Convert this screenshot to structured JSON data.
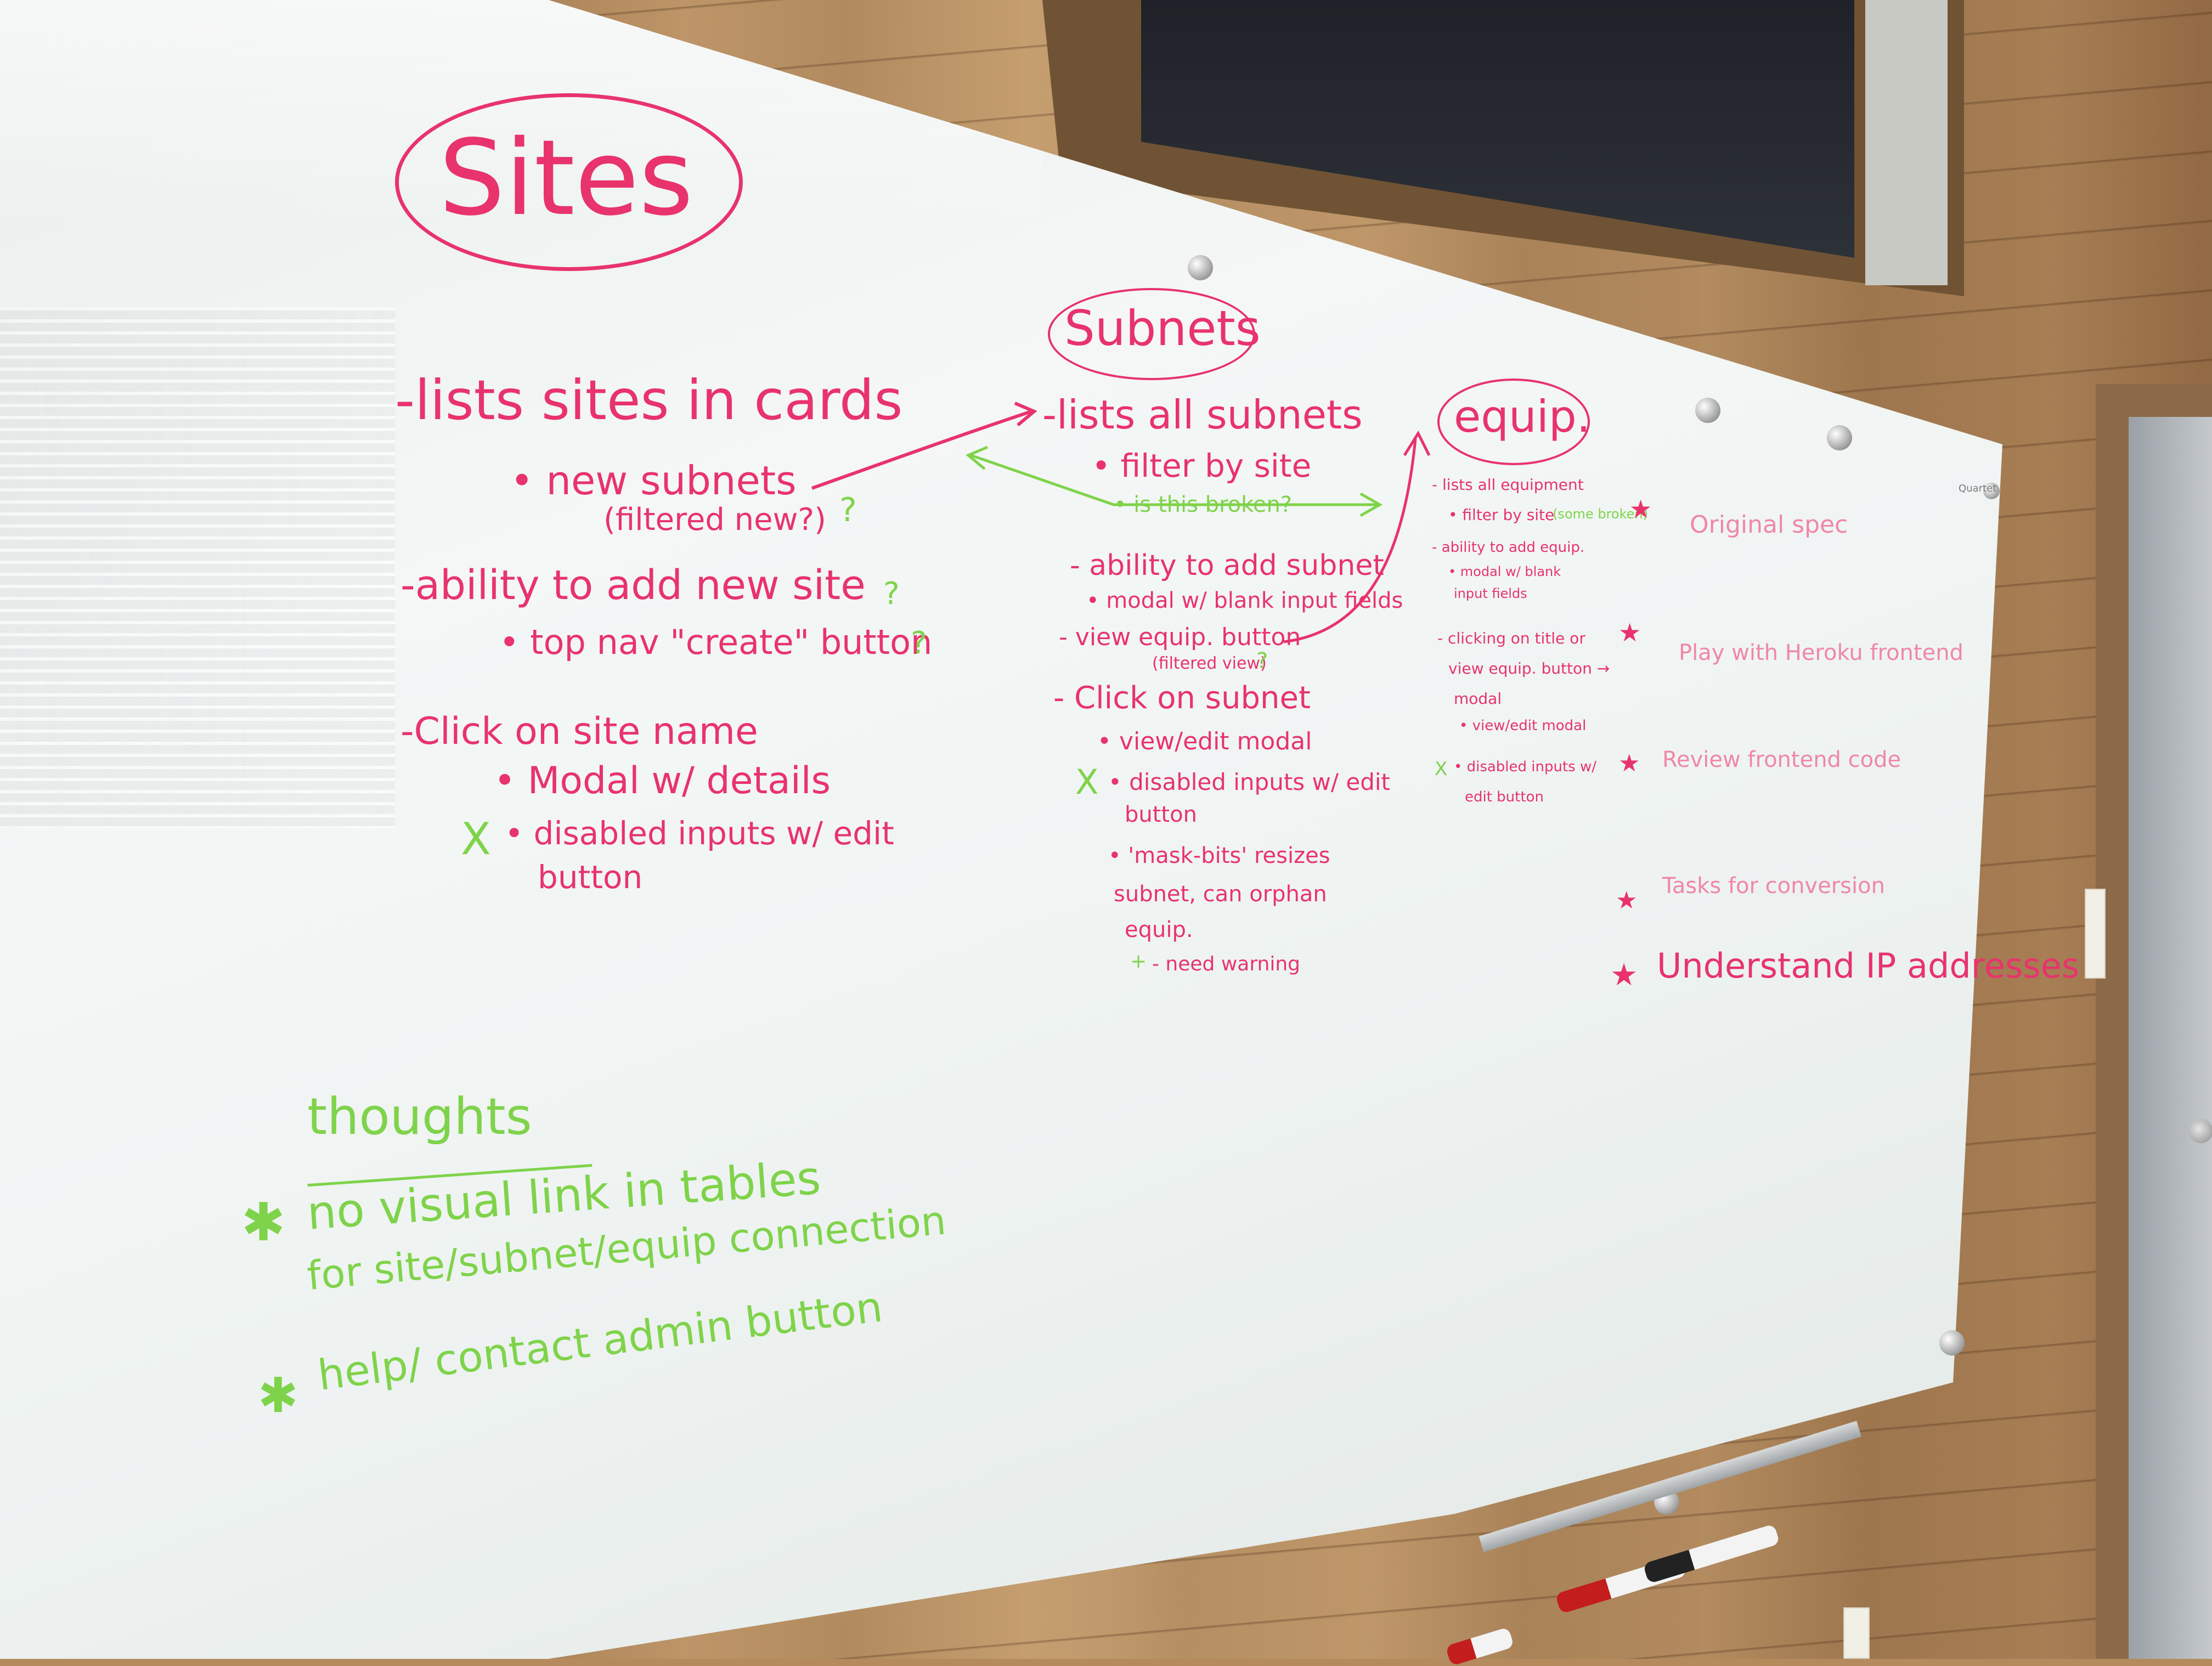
{
  "colors": {
    "pink_marker": "#e8336d",
    "green_marker": "#7fd34a",
    "wood": "#b58a5c",
    "board": "#eef3f2"
  },
  "sites": {
    "title": "Sites",
    "item1": "-lists sites in cards",
    "item1_sub": "• new subnets",
    "item1_sub2": "(filtered new?)",
    "item1_q": "?",
    "item2": "-ability to add new site",
    "item2_q": "?",
    "item2_sub": "• top nav \"create\" button",
    "item2_sub_q": "?",
    "item3": "-Click on site name",
    "item3_sub1": "• Modal w/ details",
    "item3_x": "X",
    "item3_sub2": "• disabled inputs w/ edit",
    "item3_sub2b": "button"
  },
  "subnets": {
    "title": "Subnets",
    "item1": "-lists all subnets",
    "item1_sub": "• filter by site",
    "item1_green": "• is this broken?",
    "item2": "- ability to add subnet",
    "item2_sub": "• modal w/ blank input fields",
    "item3": "- view equip. button",
    "item3_sub": "(filtered view)",
    "item3_q": "?",
    "item4": "- Click on subnet",
    "item4_sub1": "• view/edit modal",
    "item4_x": "X",
    "item4_sub2": "• disabled inputs w/ edit",
    "item4_sub2b": "button",
    "item4_sub3": "• 'mask-bits' resizes",
    "item4_sub3b": "subnet, can orphan",
    "item4_sub3c": "equip.",
    "item4_plus": "+",
    "item4_sub4": "- need warning"
  },
  "equip": {
    "title": "equip.",
    "item1": "- lists all equipment",
    "item1_sub": "• filter by site",
    "item1_green": "(some broken)",
    "item2": "- ability to add equip.",
    "item2_sub": "• modal w/ blank",
    "item2_subb": "input fields",
    "item3": "- clicking on title or",
    "item3b": "view equip. button →",
    "item3c": "modal",
    "item3_sub": "• view/edit modal",
    "item3_x": "X",
    "item3_sub2": "• disabled inputs w/",
    "item3_sub2b": "edit button"
  },
  "tasks": {
    "items": [
      "Original spec",
      "Play with Heroku frontend",
      "Review frontend code",
      "Tasks for conversion",
      "Understand IP addresses"
    ],
    "star": "★"
  },
  "thoughts": {
    "title": "thoughts",
    "item1": "no visual link in tables",
    "item1b": "for site/subnet/equip connection",
    "item2": "help/ contact admin button",
    "star": "✱"
  },
  "brand": {
    "label": "Quartet"
  }
}
